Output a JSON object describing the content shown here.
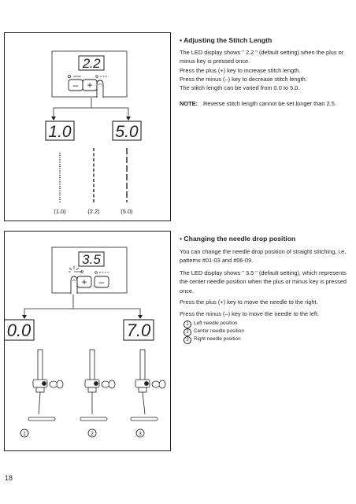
{
  "section1": {
    "heading": "• Adjusting the Stitch Length",
    "paragraph": "The LED display shows \" 2.2 \" (default setting) when the plus or minus key is pressed once.\nPress the plus (+) key to increase stitch length.\nPress the minus (–) key to decrease stitch length.\nThe stitch length can be varied from 0.0 to 5.0.",
    "note_label": "NOTE:",
    "note_text": "Reverse stitch length cannot be set longer than 2.5."
  },
  "section2": {
    "heading": "• Changing the needle drop position",
    "para1": "You can change the needle drop position of straight stitching, i.e. patterns #01-03 and #06-09.",
    "para2": "The LED display shows \" 3.5 \" (default setting), which represents the center needle position when the plus or minus key is pressed once.",
    "para3": "Press the plus (+) key to move the needle to the right.",
    "para4": "Press the minus (–) key to move the needle to the left.",
    "positions": [
      {
        "num": "1",
        "label": "Left needle position"
      },
      {
        "num": "2",
        "label": "Center needle position"
      },
      {
        "num": "3",
        "label": "Right needle position"
      }
    ]
  },
  "figure1": {
    "display_default": "2.2",
    "display_min": "1.0",
    "display_max": "5.0",
    "minus_key": "–",
    "plus_key": "+",
    "captions": [
      "(1.0)",
      "(2.2)",
      "(5.0)"
    ]
  },
  "figure2": {
    "display_default": "3.5",
    "display_left": "0.0",
    "display_right": "7.0",
    "minus_key": "–",
    "plus_key": "+",
    "captions": [
      "1",
      "2",
      "3"
    ]
  },
  "page_number": "18"
}
